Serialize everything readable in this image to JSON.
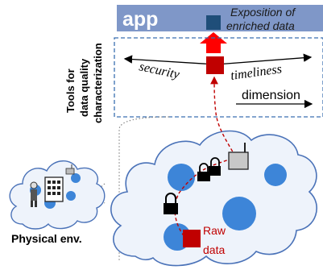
{
  "app_bar": {
    "label": "app",
    "caption_line1": "Exposition of",
    "caption_line2": "enriched data",
    "color": "#7F97C8"
  },
  "tools": {
    "label_line1": "Tools for",
    "label_line2": "data quality",
    "label_line3": "characterization",
    "box_border_color": "#3A6FB0"
  },
  "dimensions": {
    "security": "security",
    "timeliness": "timeliness",
    "dimension": "dimension"
  },
  "physical_env": {
    "label": "Physical env."
  },
  "raw_data": {
    "line1": "Raw",
    "line2": "data",
    "color": "#C00000"
  },
  "colors": {
    "node_blue": "#3D85D8",
    "data_red": "#C00000",
    "arrow_red": "#FF0000",
    "exposed_square": "#1F4E79",
    "cloud_fill": "#EEF3FB",
    "cloud_stroke": "#4A72B8"
  },
  "icons": [
    "lock-icon",
    "sensor-box-icon",
    "building-icon",
    "person-icon"
  ]
}
